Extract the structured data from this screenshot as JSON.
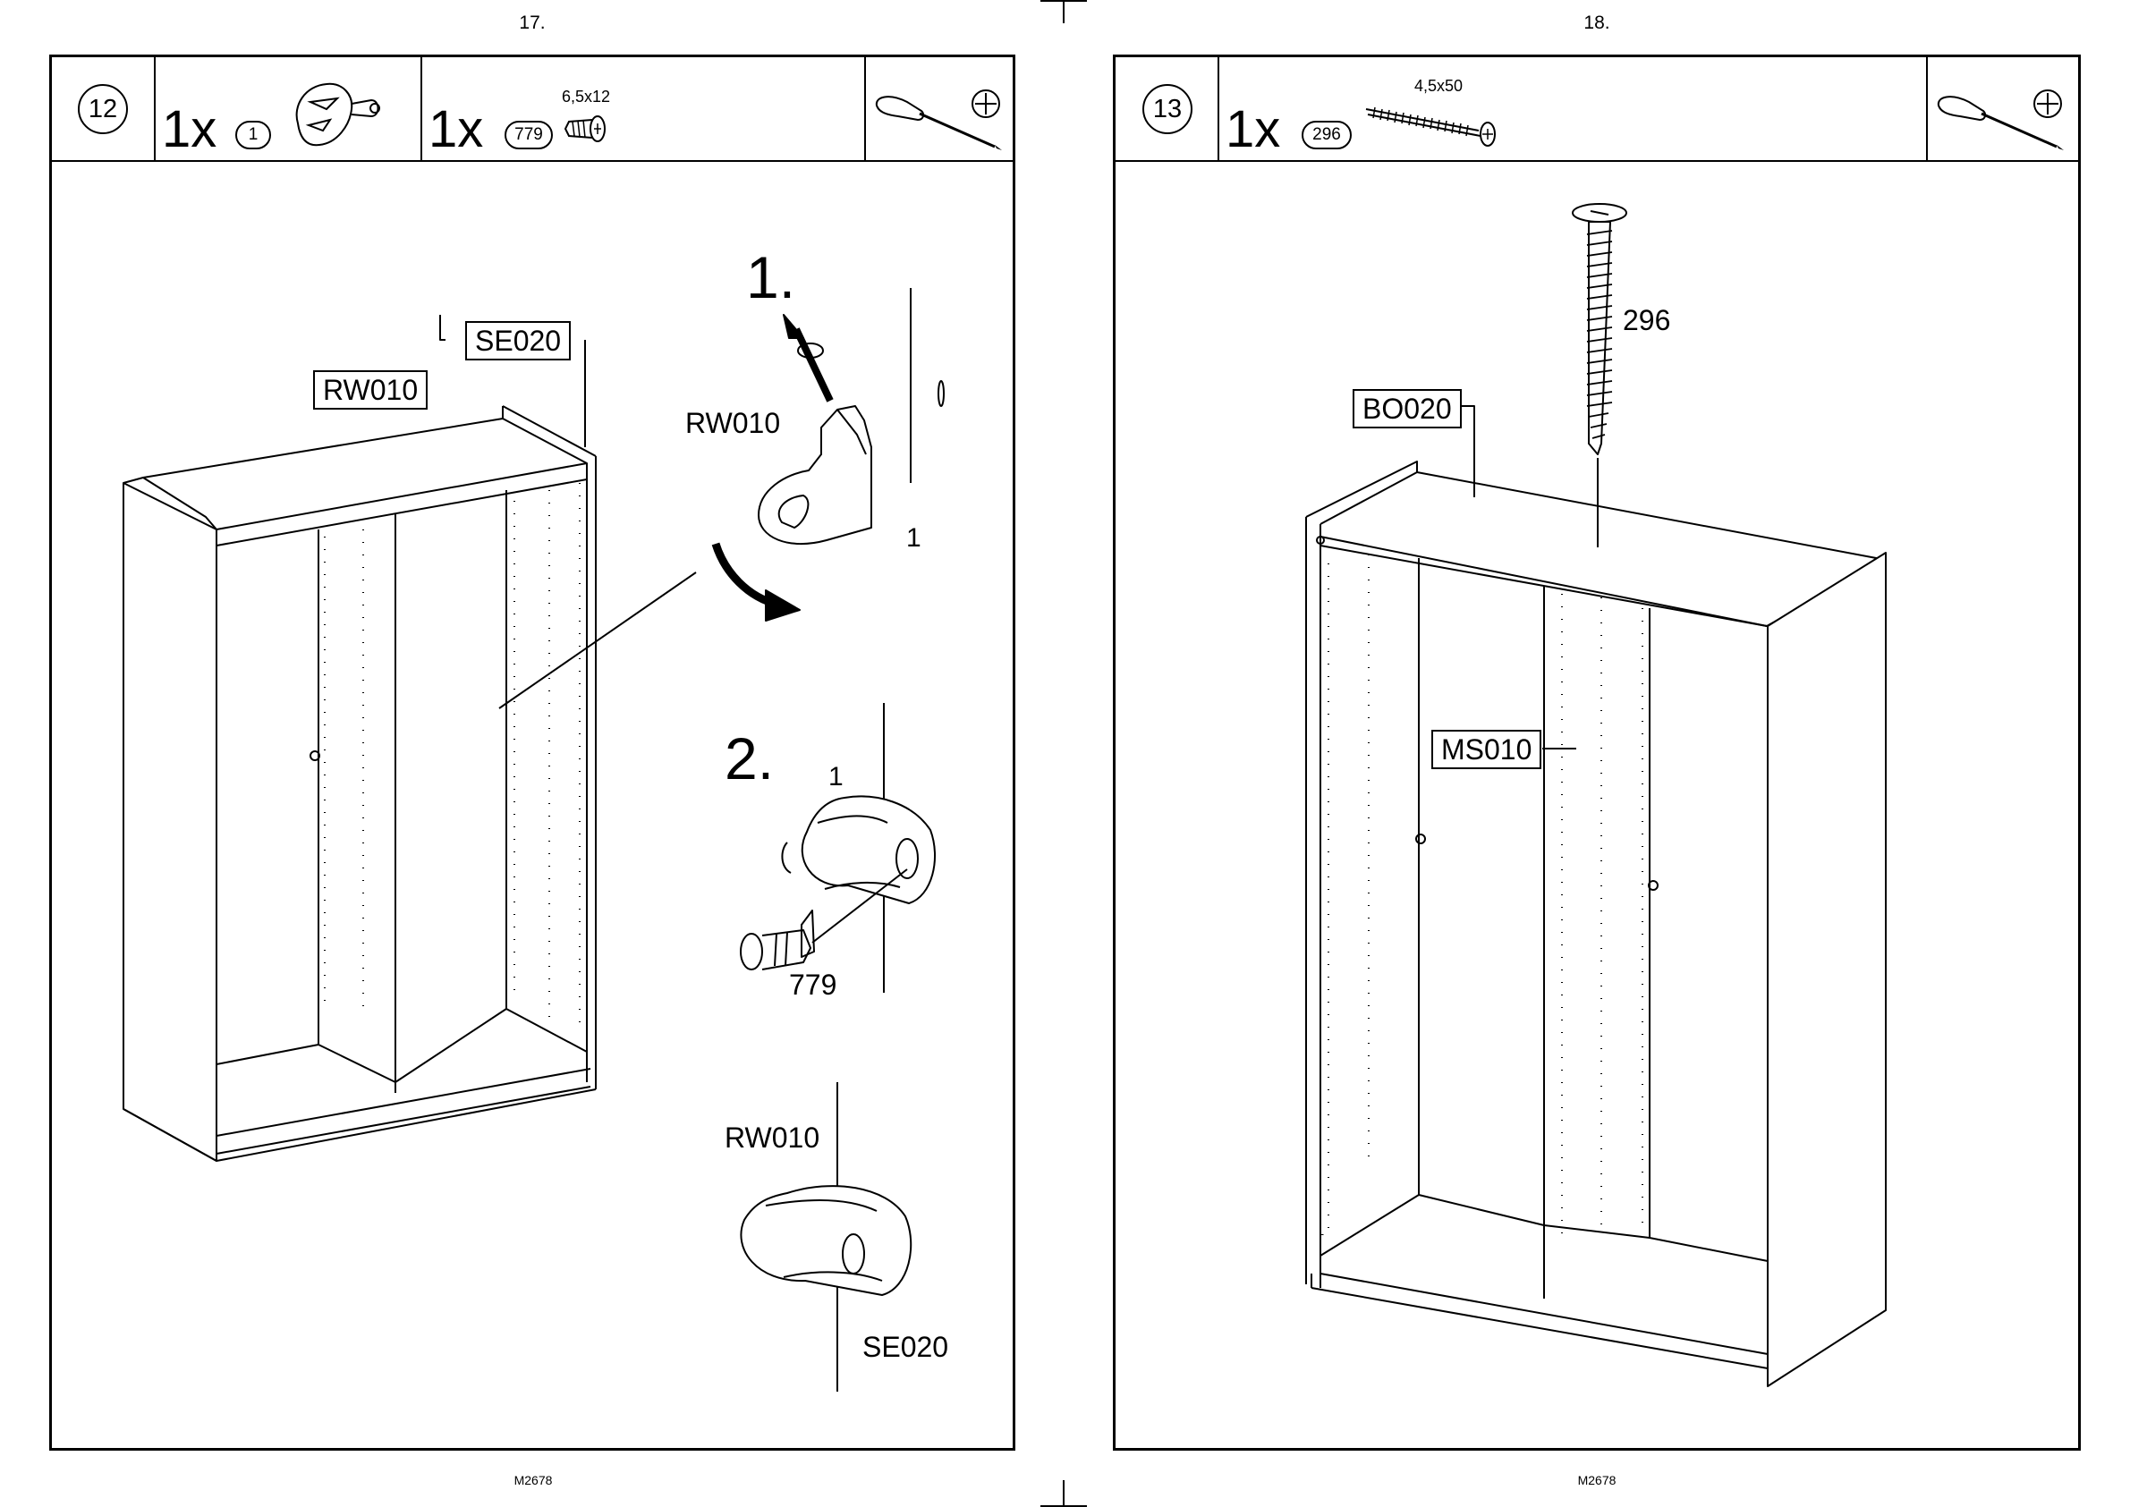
{
  "pages": [
    {
      "page_number": "17.",
      "footer": "M2678",
      "step": "12",
      "parts": [
        {
          "qty": "1x",
          "ref": "1",
          "icon": "cam-lock-connector"
        },
        {
          "qty": "1x",
          "ref": "779",
          "size": "6,5x12",
          "icon": "short-screw"
        }
      ],
      "tool": "phillips-screwdriver-icon",
      "labels": {
        "rw010_box": "RW010",
        "se020_box": "SE020",
        "step1": "1.",
        "step2": "2.",
        "rw010_detail": "RW010",
        "part1_a": "1",
        "part1_b": "1",
        "screw779": "779",
        "rw010_final": "RW010",
        "se020_final": "SE020"
      }
    },
    {
      "page_number": "18.",
      "footer": "M2678",
      "step": "13",
      "parts": [
        {
          "qty": "1x",
          "ref": "296",
          "size": "4,5x50",
          "icon": "long-screw"
        }
      ],
      "tool": "phillips-screwdriver-icon",
      "labels": {
        "screw296": "296",
        "bo020_box": "BO020",
        "ms010_box": "MS010"
      }
    }
  ]
}
